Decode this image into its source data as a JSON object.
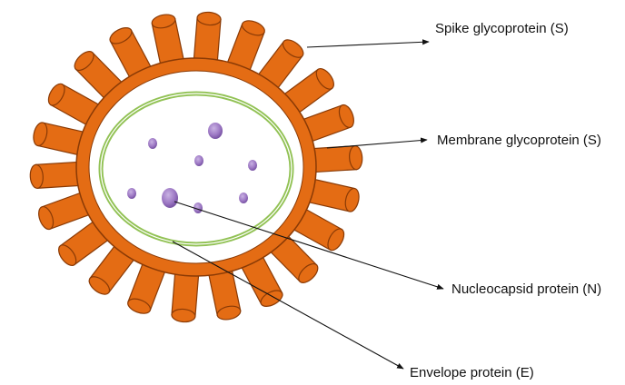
{
  "diagram": {
    "labels": {
      "spike": "Spike glycoprotein (S)",
      "membrane": "Membrane glycoprotein (S)",
      "nucleocapsid": "Nucleocapsid protein (N)",
      "envelope": "Envelope protein (E)"
    },
    "colors": {
      "spike_fill": "#e46c14",
      "spike_stroke": "#8a3a05",
      "envelope_ring": "#92c255",
      "particle": "#9d78c4",
      "arrow": "#111111"
    },
    "icons": [
      "spike-icon",
      "envelope-ring-icon",
      "nucleocapsid-particle-icon",
      "arrow-icon"
    ]
  }
}
